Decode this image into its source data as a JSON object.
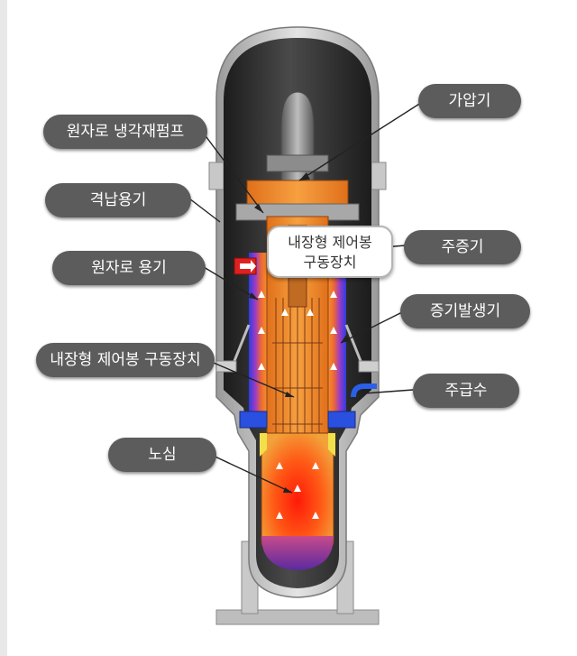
{
  "labels": {
    "pressurizer": "가압기",
    "coolant_pump": "원자로 냉각재펌프",
    "containment": "격납용기",
    "main_steam": "주증기",
    "reactor_vessel": "원자로 용기",
    "steam_generator": "증기발생기",
    "crdm": "내장형 제어봉 구동장치",
    "feedwater": "주급수",
    "core": "노심",
    "center_callout": {
      "line1": "내장형 제어봉",
      "line2": "구동장치"
    }
  },
  "colors": {
    "label_bg": "#5c5c5c",
    "label_text": "#ffffff",
    "containment_dark": "#2a2a2a",
    "outer_shell": "#d2d2d2",
    "hot_core": "#ff2a10",
    "hot_flow": "#f08a1c",
    "cold_flow": "#1a3cd8",
    "lower_plenum": "#7a2a9a"
  }
}
